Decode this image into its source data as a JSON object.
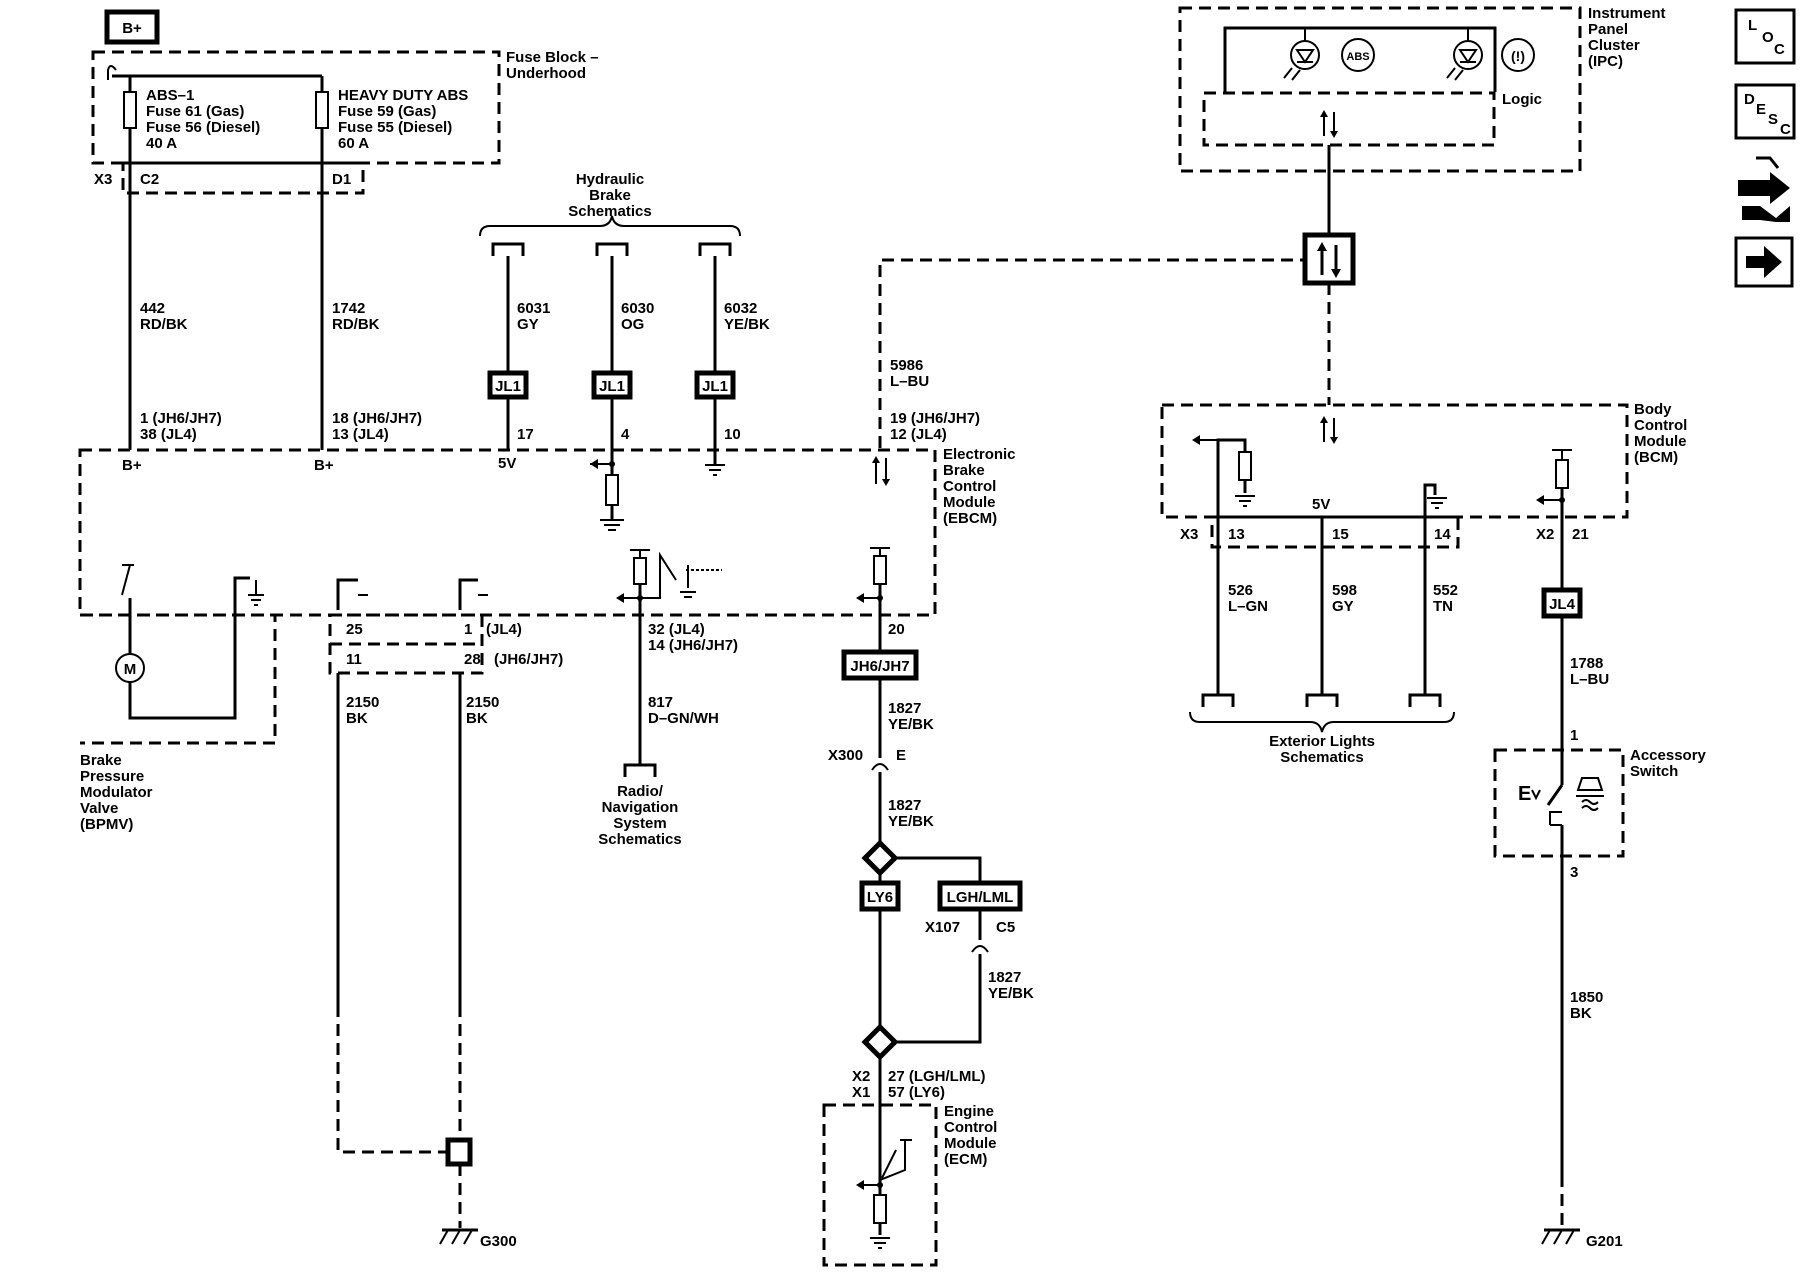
{
  "power": {
    "bplus": "B+"
  },
  "fuse_block": {
    "title": [
      "Fuse Block –",
      "Underhood"
    ],
    "abs1": [
      "ABS–1",
      "Fuse 61 (Gas)",
      "Fuse 56 (Diesel)",
      "40 A"
    ],
    "hdabs": [
      "HEAVY DUTY ABS",
      "Fuse 59 (Gas)",
      "Fuse 55 (Diesel)",
      "60 A"
    ],
    "conn": "X3",
    "pin_c2": "C2",
    "pin_d1": "D1"
  },
  "wires": {
    "w442": [
      "442",
      "RD/BK"
    ],
    "w1742": [
      "1742",
      "RD/BK"
    ],
    "w6031": [
      "6031",
      "GY"
    ],
    "w6030": [
      "6030",
      "OG"
    ],
    "w6032": [
      "6032",
      "YE/BK"
    ],
    "w5986": [
      "5986",
      "L–BU"
    ],
    "w2150a": [
      "2150",
      "BK"
    ],
    "w2150b": [
      "2150",
      "BK"
    ],
    "w817": [
      "817",
      "D–GN/WH"
    ],
    "w1827a": [
      "1827",
      "YE/BK"
    ],
    "w1827b": [
      "1827",
      "YE/BK"
    ],
    "w1827c": [
      "1827",
      "YE/BK"
    ],
    "w526": [
      "526",
      "L–GN"
    ],
    "w598": [
      "598",
      "GY"
    ],
    "w552": [
      "552",
      "TN"
    ],
    "w1788": [
      "1788",
      "L–BU"
    ],
    "w1850": [
      "1850",
      "BK"
    ]
  },
  "hydraulic": [
    "Hydraulic",
    "Brake",
    "Schematics"
  ],
  "jl1": "JL1",
  "ebcm": {
    "title": [
      "Electronic",
      "Brake",
      "Control",
      "Module",
      "(EBCM)"
    ],
    "pin_442": [
      "1 (JH6/JH7)",
      "38 (JL4)"
    ],
    "pin_1742": [
      "18 (JH6/JH7)",
      "13 (JL4)"
    ],
    "pin_17": "17",
    "pin_4": "4",
    "pin_10": "10",
    "pin_5986": [
      "19 (JH6/JH7)",
      "12 (JL4)"
    ],
    "bplus_a": "B+",
    "bplus_b": "B+",
    "v5": "5V",
    "pin_25": "25",
    "pin_1": "1",
    "jl4": "(JL4)",
    "pin_11": "11",
    "pin_28": "28",
    "jh6": "(JH6/JH7)",
    "pin_817": [
      "32 (JL4)",
      "14 (JH6/JH7)"
    ],
    "pin_20": "20"
  },
  "bpmv": {
    "title": [
      "Brake",
      "Pressure",
      "Modulator",
      "Valve",
      "(BPMV)"
    ],
    "motor": "M"
  },
  "radio": [
    "Radio/",
    "Navigation",
    "System",
    "Schematics"
  ],
  "jh6jh7": "JH6/JH7",
  "x300": {
    "conn": "X300",
    "pin": "E"
  },
  "ly6": "LY6",
  "lghlml": "LGH/LML",
  "x107": {
    "conn": "X107",
    "pin": "C5"
  },
  "ecm": {
    "x2": "X2",
    "x1": "X1",
    "pins": [
      "27 (LGH/LML)",
      "57 (LY6)"
    ],
    "title": [
      "Engine",
      "Control",
      "Module",
      "(ECM)"
    ]
  },
  "grounds": {
    "g300": "G300",
    "g201": "G201"
  },
  "ipc": {
    "title": [
      "Instrument",
      "Panel",
      "Cluster",
      "(IPC)"
    ],
    "logic": "Logic",
    "abs": "ABS",
    "brake": "(!)"
  },
  "bcm": {
    "title": [
      "Body",
      "Control",
      "Module",
      "(BCM)"
    ],
    "v5": "5V",
    "x3": "X3",
    "pin13": "13",
    "pin15": "15",
    "pin14": "14",
    "x2": "X2",
    "pin21": "21"
  },
  "exterior": [
    "Exterior Lights",
    "Schematics"
  ],
  "jl4": "JL4",
  "accessory": {
    "title": [
      "Accessory",
      "Switch"
    ],
    "pin1": "1",
    "pin3": "3",
    "ev": "E"
  },
  "nav": {
    "loc": [
      "L",
      "O",
      "C"
    ],
    "desc": [
      "D",
      "E",
      "S",
      "C"
    ]
  }
}
